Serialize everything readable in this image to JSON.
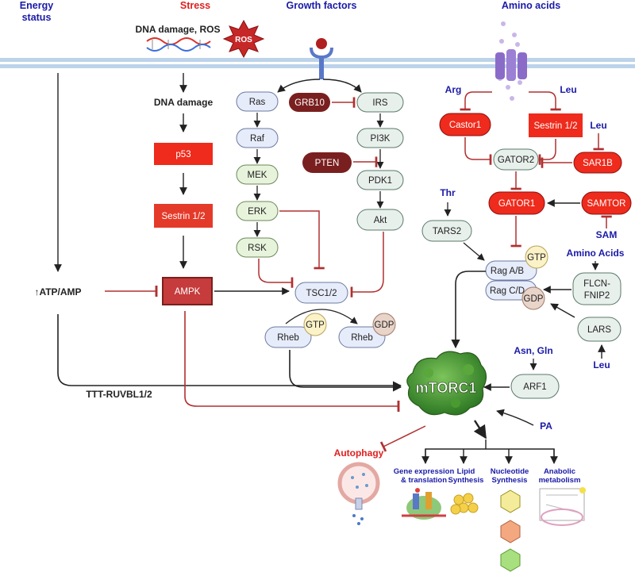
{
  "headers": {
    "energy": "Energy\nstatus",
    "stress": "Stress",
    "growth": "Growth factors",
    "amino": "Amino acids"
  },
  "stress": {
    "dna_ros": "DNA damage, ROS",
    "ros": "ROS",
    "dna_damage": "DNA damage",
    "p53": "p53",
    "sestrin": "Sestrin 1/2",
    "ampk": "AMPK"
  },
  "energy": {
    "atp_amp": "↑ATP/AMP",
    "ttt": "TTT-RUVBL1/2"
  },
  "growth": {
    "ras": "Ras",
    "raf": "Raf",
    "mek": "MEK",
    "erk": "ERK",
    "rsk": "RSK",
    "grb10": "GRB10",
    "irs": "IRS",
    "pi3k": "PI3K",
    "pten": "PTEN",
    "pdk1": "PDK1",
    "akt": "Akt",
    "tsc": "TSC1/2",
    "rheb1": "Rheb",
    "gtp1": "GTP",
    "rheb2": "Rheb",
    "gdp1": "GDP"
  },
  "amino": {
    "arg": "Arg",
    "leu1": "Leu",
    "castor": "Castor1",
    "sestrin": "Sestrin 1/2",
    "leu2": "Leu",
    "sar1b": "SAR1B",
    "gator2": "GATOR2",
    "gator1": "GATOR1",
    "samtor": "SAMTOR",
    "sam": "SAM",
    "thr": "Thr",
    "tars2": "TARS2",
    "amino_acids": "Amino Acids",
    "flcn": "FLCN-\nFNIP2",
    "rag_ab": "Rag A/B",
    "rag_cd": "Rag C/D",
    "gtp2": "GTP",
    "gdp2": "GDP",
    "lars": "LARS",
    "leu3": "Leu",
    "asn_gln": "Asn, Gln",
    "arf1": "ARF1",
    "pa": "PA"
  },
  "core": {
    "mtorc1": "mTORC1"
  },
  "outputs": {
    "autophagy": "Autophagy",
    "gene": "Gene expression\n& translation",
    "lipid": "Lipid\nSynthesis",
    "nucleotide": "Nucleotide\nSynthesis",
    "anabolic": "Anabolic\nmetabolism"
  },
  "colors": {
    "header_blue": "#1a1aa8",
    "stress_red": "#e02020",
    "membrane": "#bcd3ea",
    "inhibit": "#b03030",
    "node_fill": "#e8f0ec",
    "node_stroke": "#5a7a6a",
    "blue_fill": "#e6ecfa",
    "red_box": "#ee2b1c",
    "dark_red": "#7a1f1f",
    "mtor_green": "#3f8e2f"
  }
}
